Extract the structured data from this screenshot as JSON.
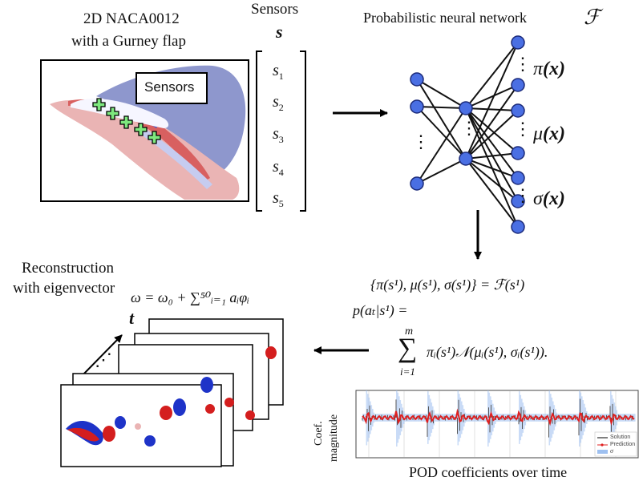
{
  "airfoil_panel": {
    "title_line1": "2D NACA0012",
    "title_line2": "with a Gurney flap",
    "sensors_box_label": "Sensors"
  },
  "sensor_vector": {
    "title": "Sensors",
    "symbol": "s",
    "entries": [
      "s",
      "s",
      "s",
      "s",
      "s"
    ],
    "subscripts": [
      "1",
      "2",
      "3",
      "4",
      "5"
    ]
  },
  "network": {
    "title": "Probabilistic neural network",
    "symbol": "ℱ",
    "outputs": [
      {
        "fn": "π",
        "arg": "(x)"
      },
      {
        "fn": "μ",
        "arg": "(x)"
      },
      {
        "fn": "σ",
        "arg": "(x)"
      }
    ],
    "dots": "⋮"
  },
  "equations": {
    "line1": "{π(s¹), μ(s¹), σ(s¹)} = ℱ(s¹)",
    "line2": "p(aₜ|s¹) =",
    "sum_top": "m",
    "sum_symbol": "∑",
    "sum_bottom": "i=1",
    "sum_body": "πᵢ(s¹)𝒩(μᵢ(s¹), σᵢ(s¹)).",
    "recon": "ω = ω₀ + ∑⁵⁰ᵢ₌₁ aᵢφᵢ"
  },
  "reconstruction": {
    "title_line1": "Reconstruction",
    "title_line2": "with eigenvector",
    "time_label": "t",
    "ellipsis": "⋰"
  },
  "pod_plot": {
    "ylabel_line1": "Coef.",
    "ylabel_line2": "magnitude",
    "caption": "POD coefficients over time",
    "legend": [
      "Solution",
      "Prediction",
      "σ"
    ]
  },
  "colors": {
    "node": "#4a6fe3",
    "node_stroke": "#1b2a7a",
    "sensor_cross": "#7ee87e",
    "vortex_red": "#d41e1e",
    "vortex_blue": "#1e33c8",
    "prediction": "#e02020",
    "uncertainty": "#9ec0f0"
  }
}
